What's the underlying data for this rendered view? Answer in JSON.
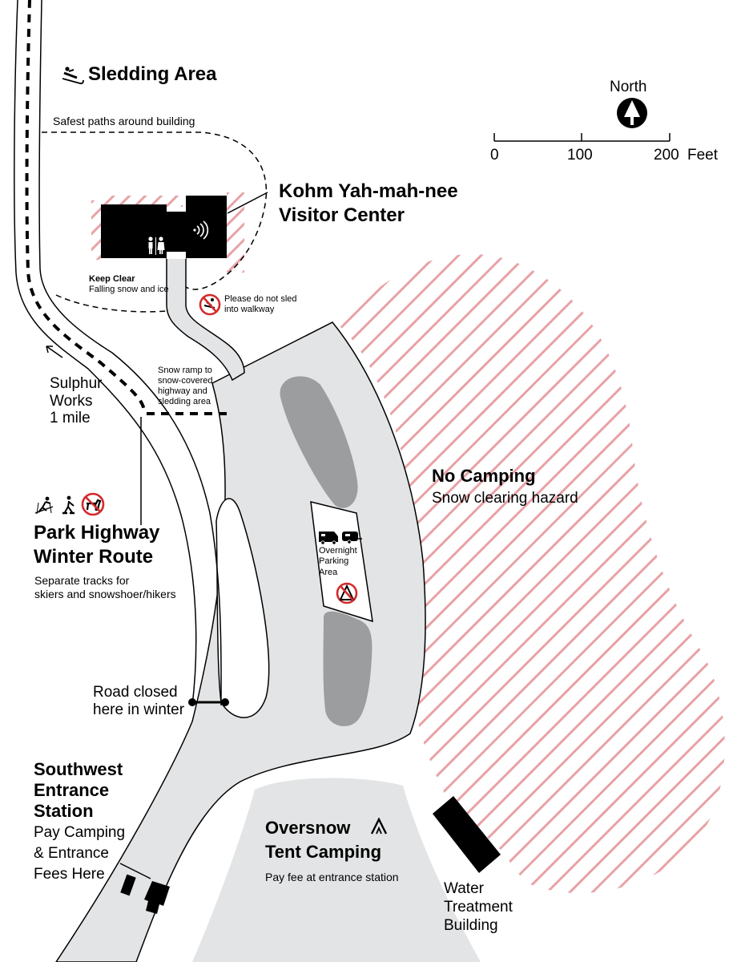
{
  "sledding": {
    "title": "Sledding Area",
    "safest_paths": "Safest paths around building"
  },
  "visitor_center": {
    "line1": "Kohm Yah-mah-nee",
    "line2": "Visitor Center"
  },
  "keep_clear": {
    "title": "Keep Clear",
    "subtitle": "Falling snow and ice"
  },
  "no_sled": {
    "line1": "Please do not sled",
    "line2": "into walkway"
  },
  "snow_ramp": {
    "line1": "Snow ramp to",
    "line2": "snow-covered",
    "line3": "highway and",
    "line4": "sledding area"
  },
  "sulphur": {
    "line1": "Sulphur",
    "line2": "Works",
    "line3": "1 mile"
  },
  "park_highway": {
    "line1": "Park Highway",
    "line2": "Winter Route",
    "note1": "Separate tracks for",
    "note2": "skiers and snowshoer/hikers"
  },
  "no_camping": {
    "title": "No Camping",
    "subtitle": "Snow clearing hazard"
  },
  "overnight": {
    "line1": "Overnight",
    "line2": "Parking",
    "line3": "Area"
  },
  "road_closed": {
    "line1": "Road closed",
    "line2": "here in winter"
  },
  "southwest": {
    "line1": "Southwest",
    "line2": "Entrance",
    "line3": "Station",
    "pay1": "Pay Camping",
    "pay2": "& Entrance",
    "pay3": "Fees Here"
  },
  "oversnow": {
    "line1": "Oversnow",
    "line2": "Tent Camping",
    "note": "Pay fee at entrance station"
  },
  "water": {
    "line1": "Water",
    "line2": "Treatment",
    "line3": "Building"
  },
  "north": {
    "label": "North"
  },
  "scale": {
    "t0": "0",
    "t1": "100",
    "t2": "200",
    "unit": "Feet"
  },
  "icons": {
    "sled": "sledder-icon",
    "restroom": "restroom-icon",
    "wifi": "wifi-icon",
    "no_sled": "no-sledding-icon",
    "ski": "skier-icon",
    "hike": "snowshoer-icon",
    "no_dog": "no-dogs-icon",
    "rv": "rv-icon",
    "trailer": "trailer-icon",
    "no_camp": "no-camping-icon",
    "tent": "tent-icon",
    "north": "north-arrow-icon"
  },
  "colors": {
    "road": "#e3e4e5",
    "parking_island": "#9c9d9f",
    "hazard_hatch": "#e8a2a6",
    "prohibit": "#d42a2a"
  }
}
